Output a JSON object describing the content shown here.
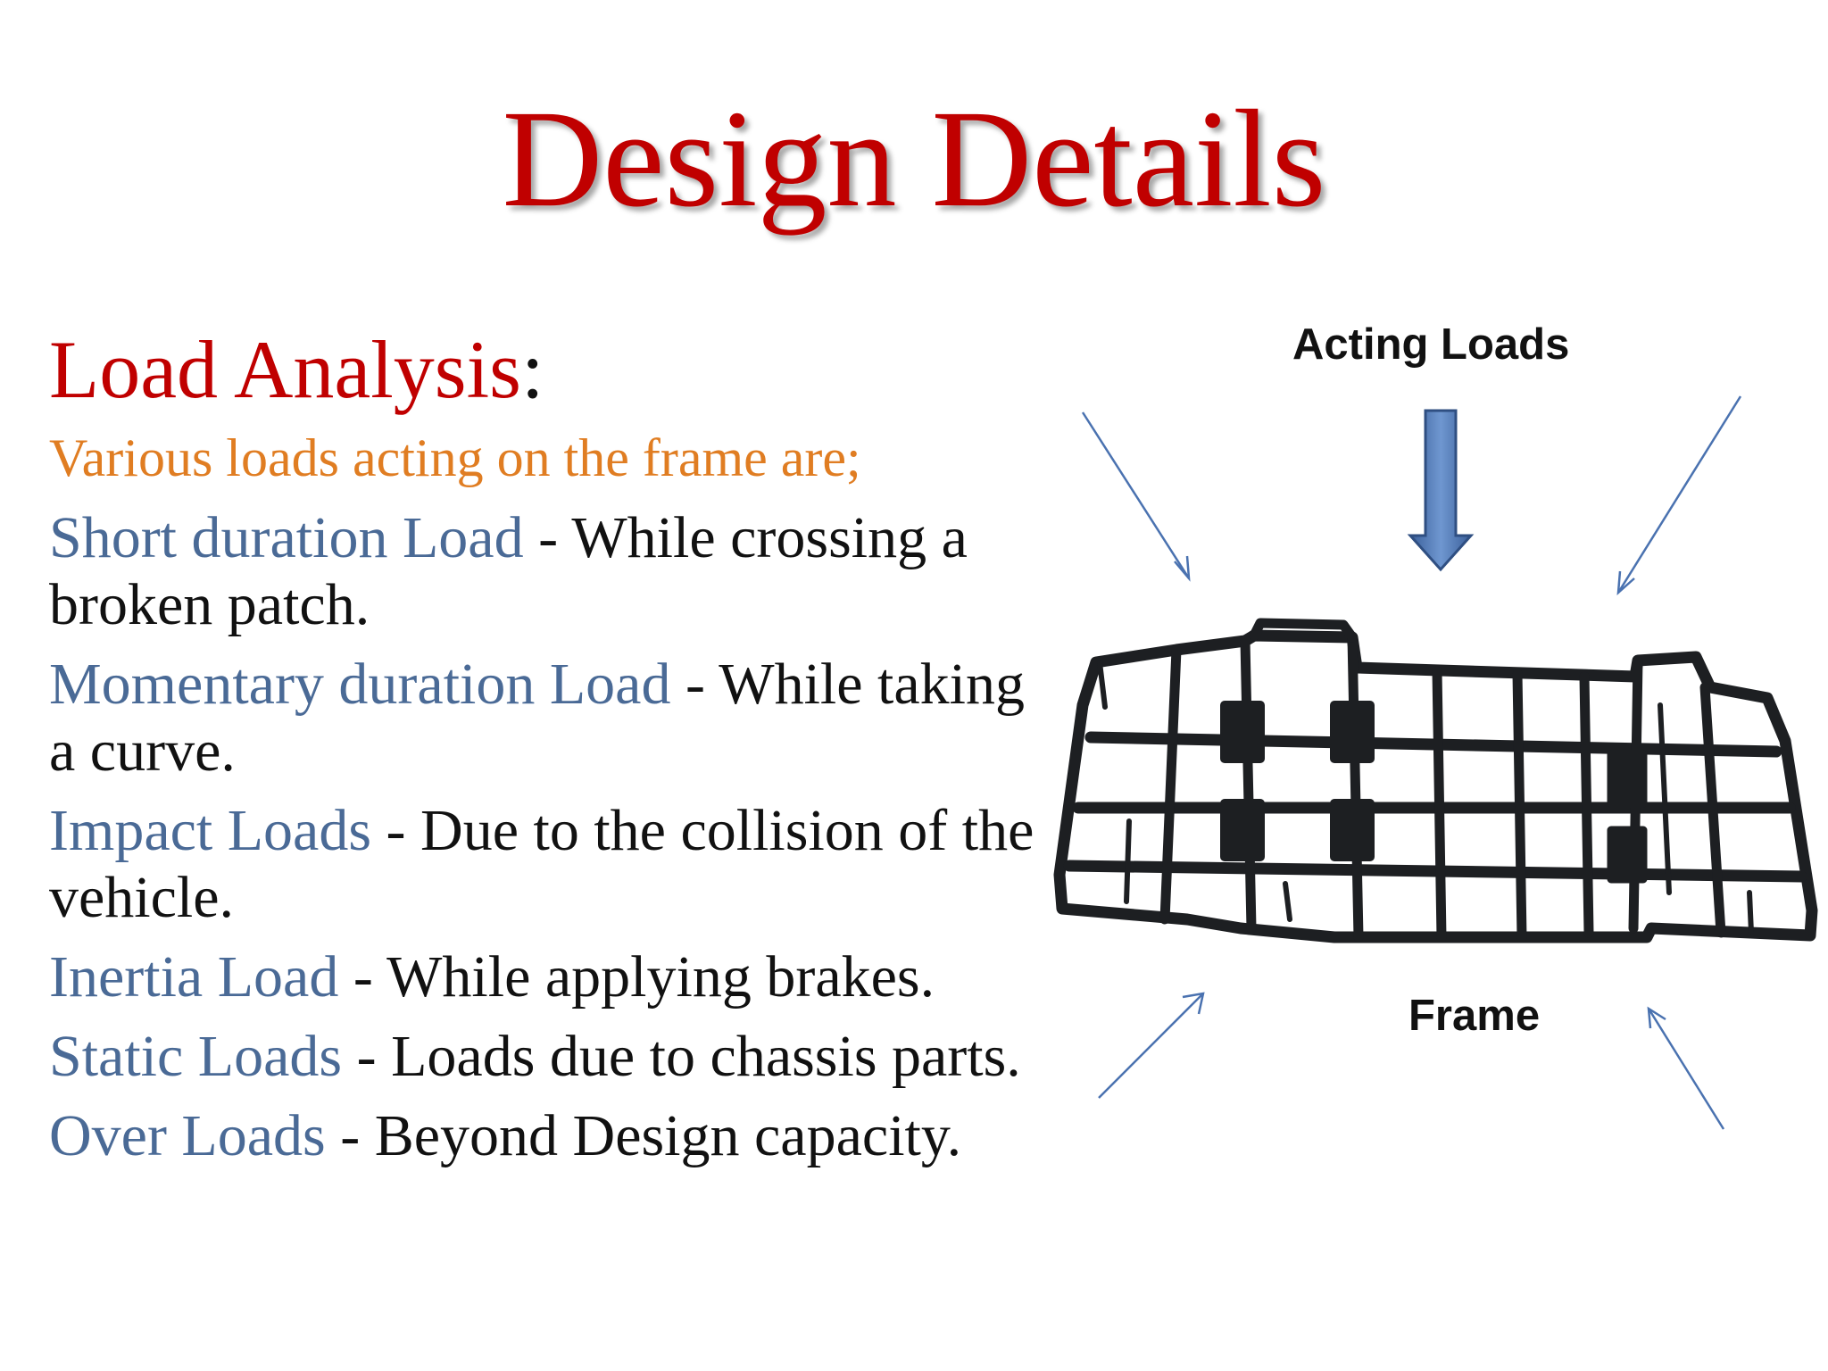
{
  "slide": {
    "title": "Design Details",
    "subheading": "Load Analysis",
    "subheading_suffix": ":",
    "intro": "Various loads acting on the frame are;",
    "items": [
      {
        "term": "Short duration Load",
        "sep": " - ",
        "text": "While crossing a",
        "cont": "broken    patch."
      },
      {
        "term": "Momentary duration Load",
        "sep": " - ",
        "text": "While taking",
        "cont": "a   curve."
      },
      {
        "term": "Impact Loads",
        "sep": " - ",
        "text": "Due to the collision of the",
        "cont": "vehicle."
      },
      {
        "term": "Inertia Load",
        "sep": " - ",
        "text": "While applying brakes."
      },
      {
        "term": "Static Loads",
        "sep": " - ",
        "text": "Loads due to chassis parts."
      },
      {
        "term": "Over Loads",
        "sep": " - ",
        "text": "Beyond Design capacity."
      }
    ]
  },
  "diagram": {
    "top_label": "Acting Loads",
    "frame_label": "Frame",
    "icons": [
      "down-arrow-icon",
      "diagonal-arrow-icon",
      "chassis-frame-image"
    ]
  },
  "colors": {
    "title": "#c00000",
    "intro": "#e07d22",
    "term": "#4a6a96",
    "body": "#111111",
    "arrow": "#4a72b0"
  }
}
